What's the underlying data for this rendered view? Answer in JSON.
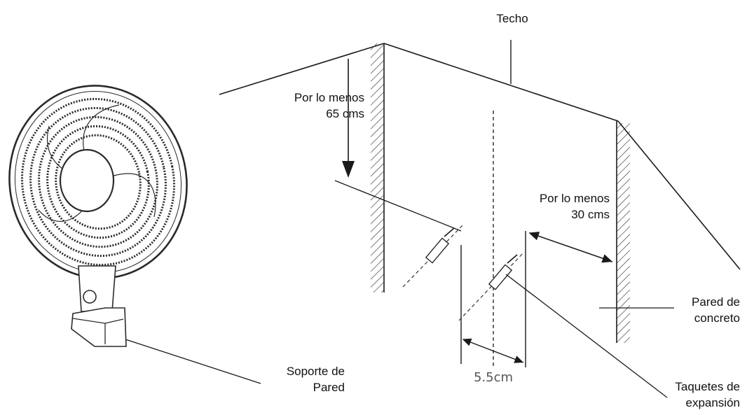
{
  "labels": {
    "ceiling": "Techo",
    "min_from_ceiling_line1": "Por lo menos",
    "min_from_ceiling_line2": "65 cms",
    "min_from_wall_line1": "Por lo menos",
    "min_from_wall_line2": "30 cms",
    "concrete_wall_line1": "Pared de",
    "concrete_wall_line2": "concreto",
    "wall_bracket_line1": "Soporte de",
    "wall_bracket_line2": "Pared",
    "anchors_line1": "Taquetes de",
    "anchors_line2": "expansión",
    "anchor_spacing": "5.5cm"
  },
  "colors": {
    "line": "#1a1a1a",
    "hatch": "#333333",
    "dim_text": "#555555"
  }
}
